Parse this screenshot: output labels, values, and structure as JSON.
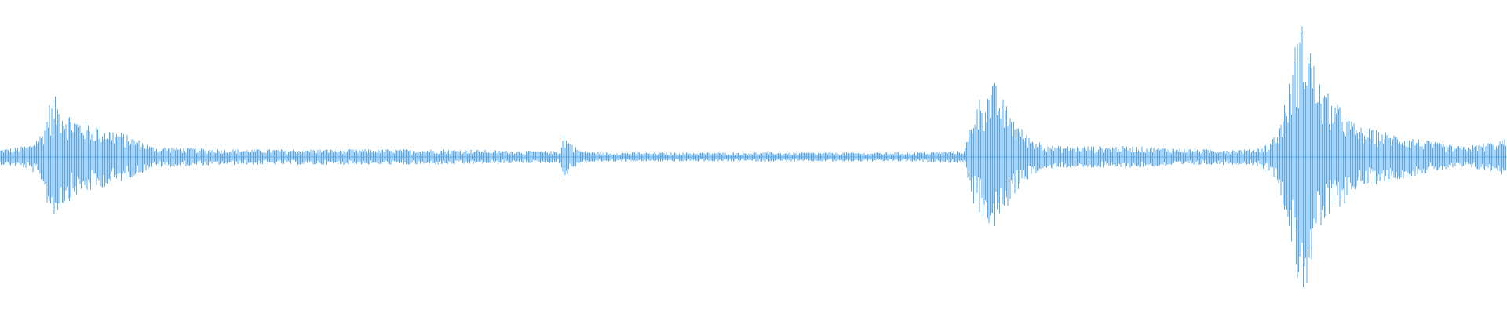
{
  "colors": {
    "background": "#ffffff",
    "waveform": "#5aa9e6"
  },
  "chart_data": {
    "type": "area",
    "kind": "audio-waveform",
    "title": "",
    "xlabel": "",
    "ylabel": "",
    "axes_visible": false,
    "grid": false,
    "legend": "none",
    "ylim": [
      -1,
      1
    ],
    "xlim": [
      0,
      1
    ],
    "series": [
      {
        "color": "#5aa9e6",
        "envelope": {
          "x": [
            0.0,
            0.01,
            0.02,
            0.028,
            0.032,
            0.036,
            0.04,
            0.05,
            0.06,
            0.08,
            0.095,
            0.1,
            0.15,
            0.2,
            0.25,
            0.3,
            0.35,
            0.372,
            0.374,
            0.376,
            0.38,
            0.386,
            0.4,
            0.45,
            0.5,
            0.55,
            0.6,
            0.64,
            0.646,
            0.65,
            0.655,
            0.66,
            0.665,
            0.67,
            0.675,
            0.68,
            0.685,
            0.69,
            0.7,
            0.75,
            0.8,
            0.83,
            0.84,
            0.848,
            0.856,
            0.86,
            0.864,
            0.868,
            0.872,
            0.876,
            0.88,
            0.886,
            0.892,
            0.9,
            0.91,
            0.92,
            0.93,
            0.94,
            0.95,
            0.96,
            0.97,
            0.98,
            0.99,
            1.0
          ],
          "amp": [
            0.05,
            0.06,
            0.08,
            0.16,
            0.33,
            0.4,
            0.33,
            0.25,
            0.22,
            0.16,
            0.1,
            0.07,
            0.05,
            0.05,
            0.05,
            0.05,
            0.04,
            0.04,
            0.16,
            0.12,
            0.08,
            0.04,
            0.03,
            0.03,
            0.03,
            0.03,
            0.03,
            0.04,
            0.3,
            0.38,
            0.42,
            0.48,
            0.38,
            0.3,
            0.22,
            0.16,
            0.12,
            0.1,
            0.07,
            0.07,
            0.05,
            0.05,
            0.08,
            0.16,
            0.5,
            0.78,
            0.85,
            0.82,
            0.6,
            0.48,
            0.42,
            0.35,
            0.3,
            0.2,
            0.18,
            0.16,
            0.14,
            0.12,
            0.1,
            0.08,
            0.07,
            0.08,
            0.1,
            0.12
          ]
        }
      }
    ]
  }
}
